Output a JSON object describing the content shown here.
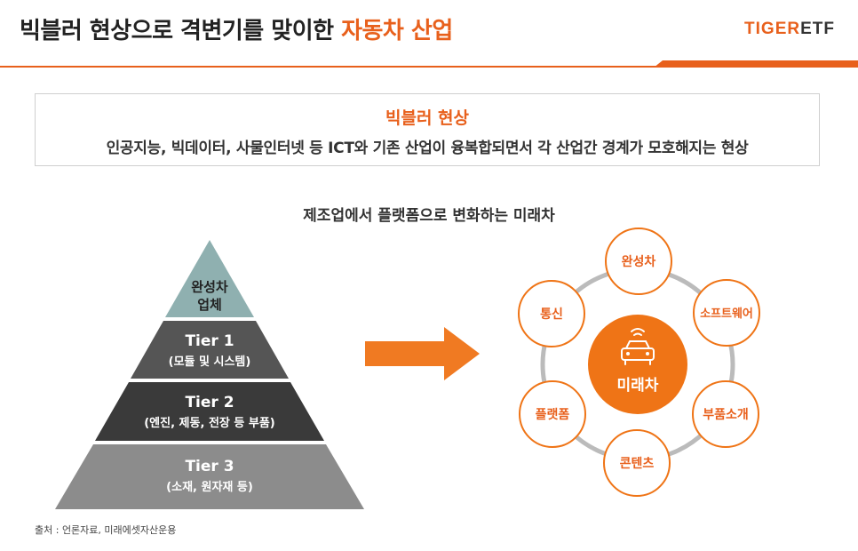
{
  "header": {
    "title_main": "빅블러 현상으로 격변기를 맞이한 ",
    "title_accent": "자동차 산업",
    "brand_tiger": "TIGER",
    "brand_etf": "ETF",
    "accent_color": "#e8601c"
  },
  "definition": {
    "title": "빅블러 현상",
    "text": "인공지능, 빅데이터, 사물인터넷 등 ICT와 기존 산업이 융복합되면서 각 산업간 경계가 모호해지는 현상"
  },
  "subtitle": "제조업에서 플랫폼으로 변화하는 미래차",
  "pyramid": {
    "levels": [
      {
        "line1": "완성차",
        "line2": "업체",
        "color": "#8fb0b0"
      },
      {
        "line1": "Tier 1",
        "line2": "(모듈 및 시스템)",
        "color": "#555555"
      },
      {
        "line1": "Tier 2",
        "line2": "(엔진, 제동, 전장 등 부품)",
        "color": "#3a3a3a"
      },
      {
        "line1": "Tier 3",
        "line2": "(소재, 원자재 등)",
        "color": "#8c8c8c"
      }
    ]
  },
  "platform": {
    "center": "미래차",
    "center_icon": "car-icon",
    "nodes": [
      "완성차",
      "소프트웨어",
      "부품소개",
      "콘텐츠",
      "플랫폼",
      "통신"
    ]
  },
  "source": "출처 : 언론자료, 미래에셋자산운용"
}
